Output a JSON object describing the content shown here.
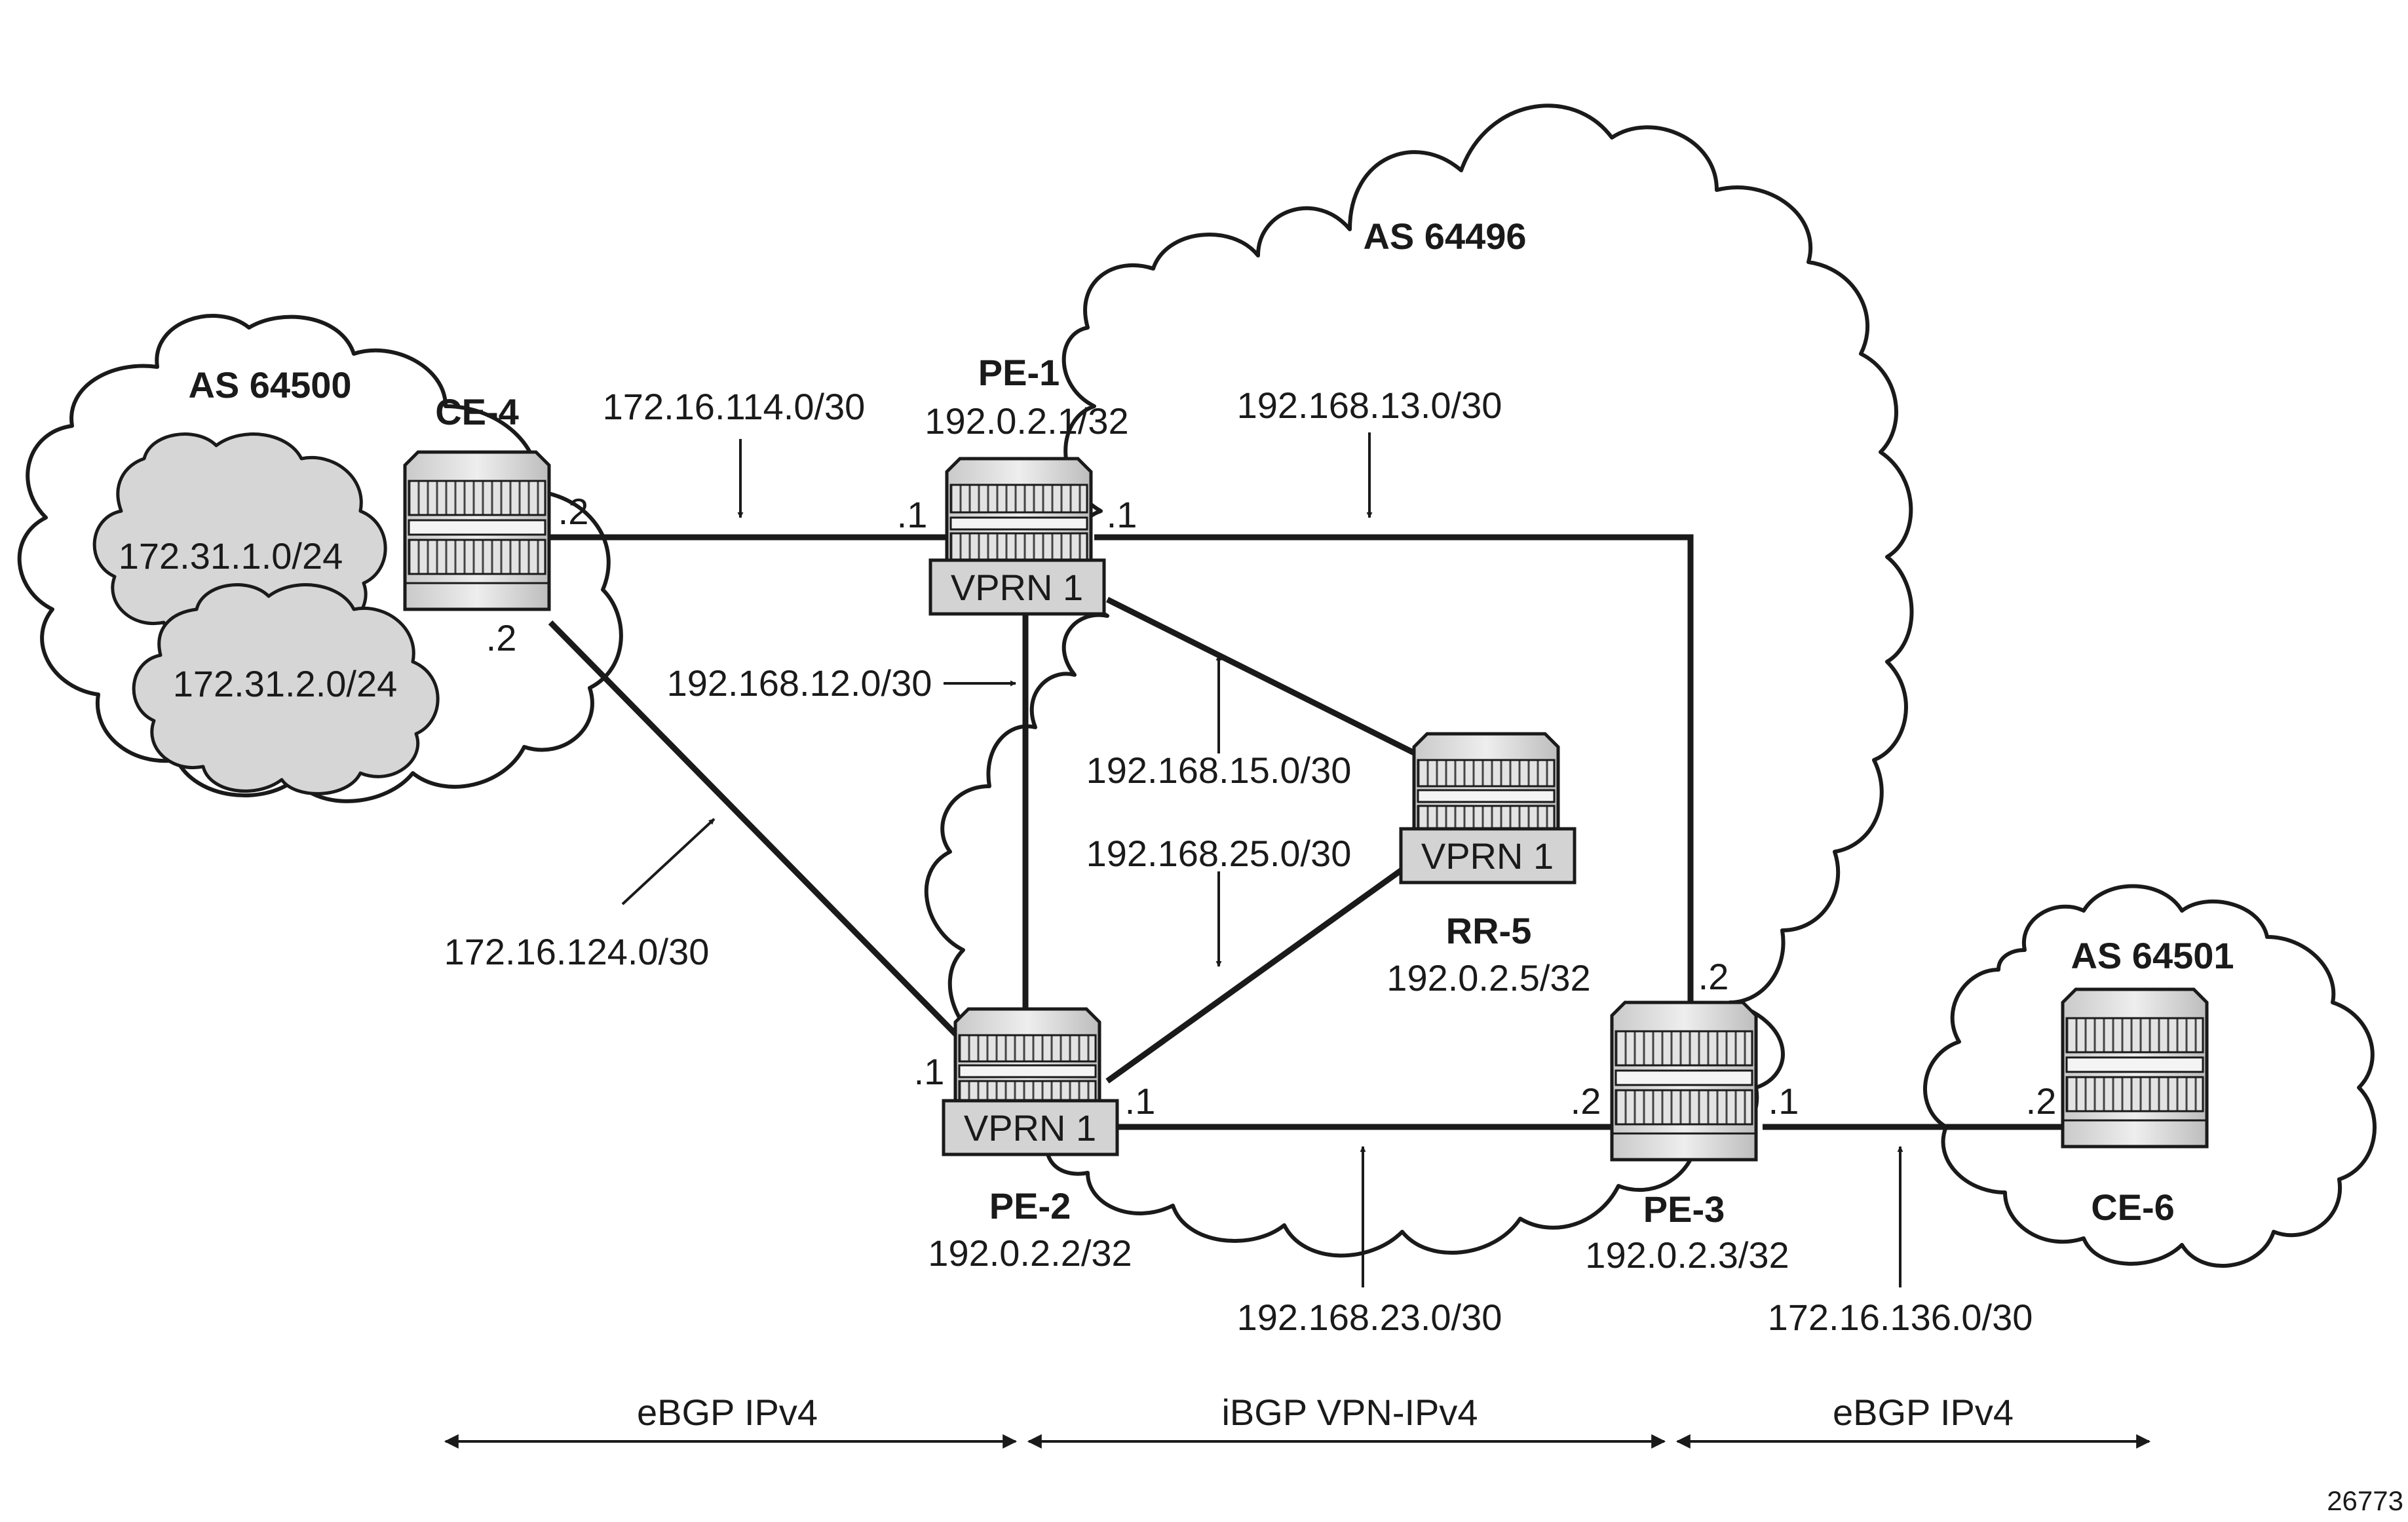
{
  "diagram": {
    "as_labels": {
      "left": "AS 64500",
      "core": "AS 64496",
      "right": "AS 64501"
    },
    "subnets": {
      "s1": "172.31.1.0/24",
      "s2": "172.31.2.0/24"
    },
    "nodes": {
      "ce4": {
        "name": "CE-4"
      },
      "pe1": {
        "name": "PE-1",
        "address": "192.0.2.1/32",
        "vprn": "VPRN 1"
      },
      "pe2": {
        "name": "PE-2",
        "address": "192.0.2.2/32",
        "vprn": "VPRN 1"
      },
      "pe3": {
        "name": "PE-3",
        "address": "192.0.2.3/32"
      },
      "rr5": {
        "name": "RR-5",
        "address": "192.0.2.5/32",
        "vprn": "VPRN 1"
      },
      "ce6": {
        "name": "CE-6"
      }
    },
    "links": {
      "ce4_pe1": "172.16.114.0/30",
      "pe1_pe3": "192.168.13.0/30",
      "pe1_pe2": "192.168.12.0/30",
      "pe1_rr5": "192.168.15.0/30",
      "pe2_rr5": "192.168.25.0/30",
      "ce4_pe2": "172.16.124.0/30",
      "pe2_pe3": "192.168.23.0/30",
      "pe3_ce6": "172.16.136.0/30"
    },
    "ports": {
      "ce4_top": ".2",
      "ce4_bottom": ".2",
      "pe1_left": ".1",
      "pe1_right": ".1",
      "pe2_left": ".1",
      "pe2_right": ".1",
      "pe3_top": ".2",
      "pe3_left": ".2",
      "pe3_right": ".1",
      "ce6_left": ".2"
    },
    "sessions": {
      "left": "eBGP IPv4",
      "middle": "iBGP VPN-IPv4",
      "right": "eBGP IPv4"
    },
    "figure_id": "26773"
  }
}
